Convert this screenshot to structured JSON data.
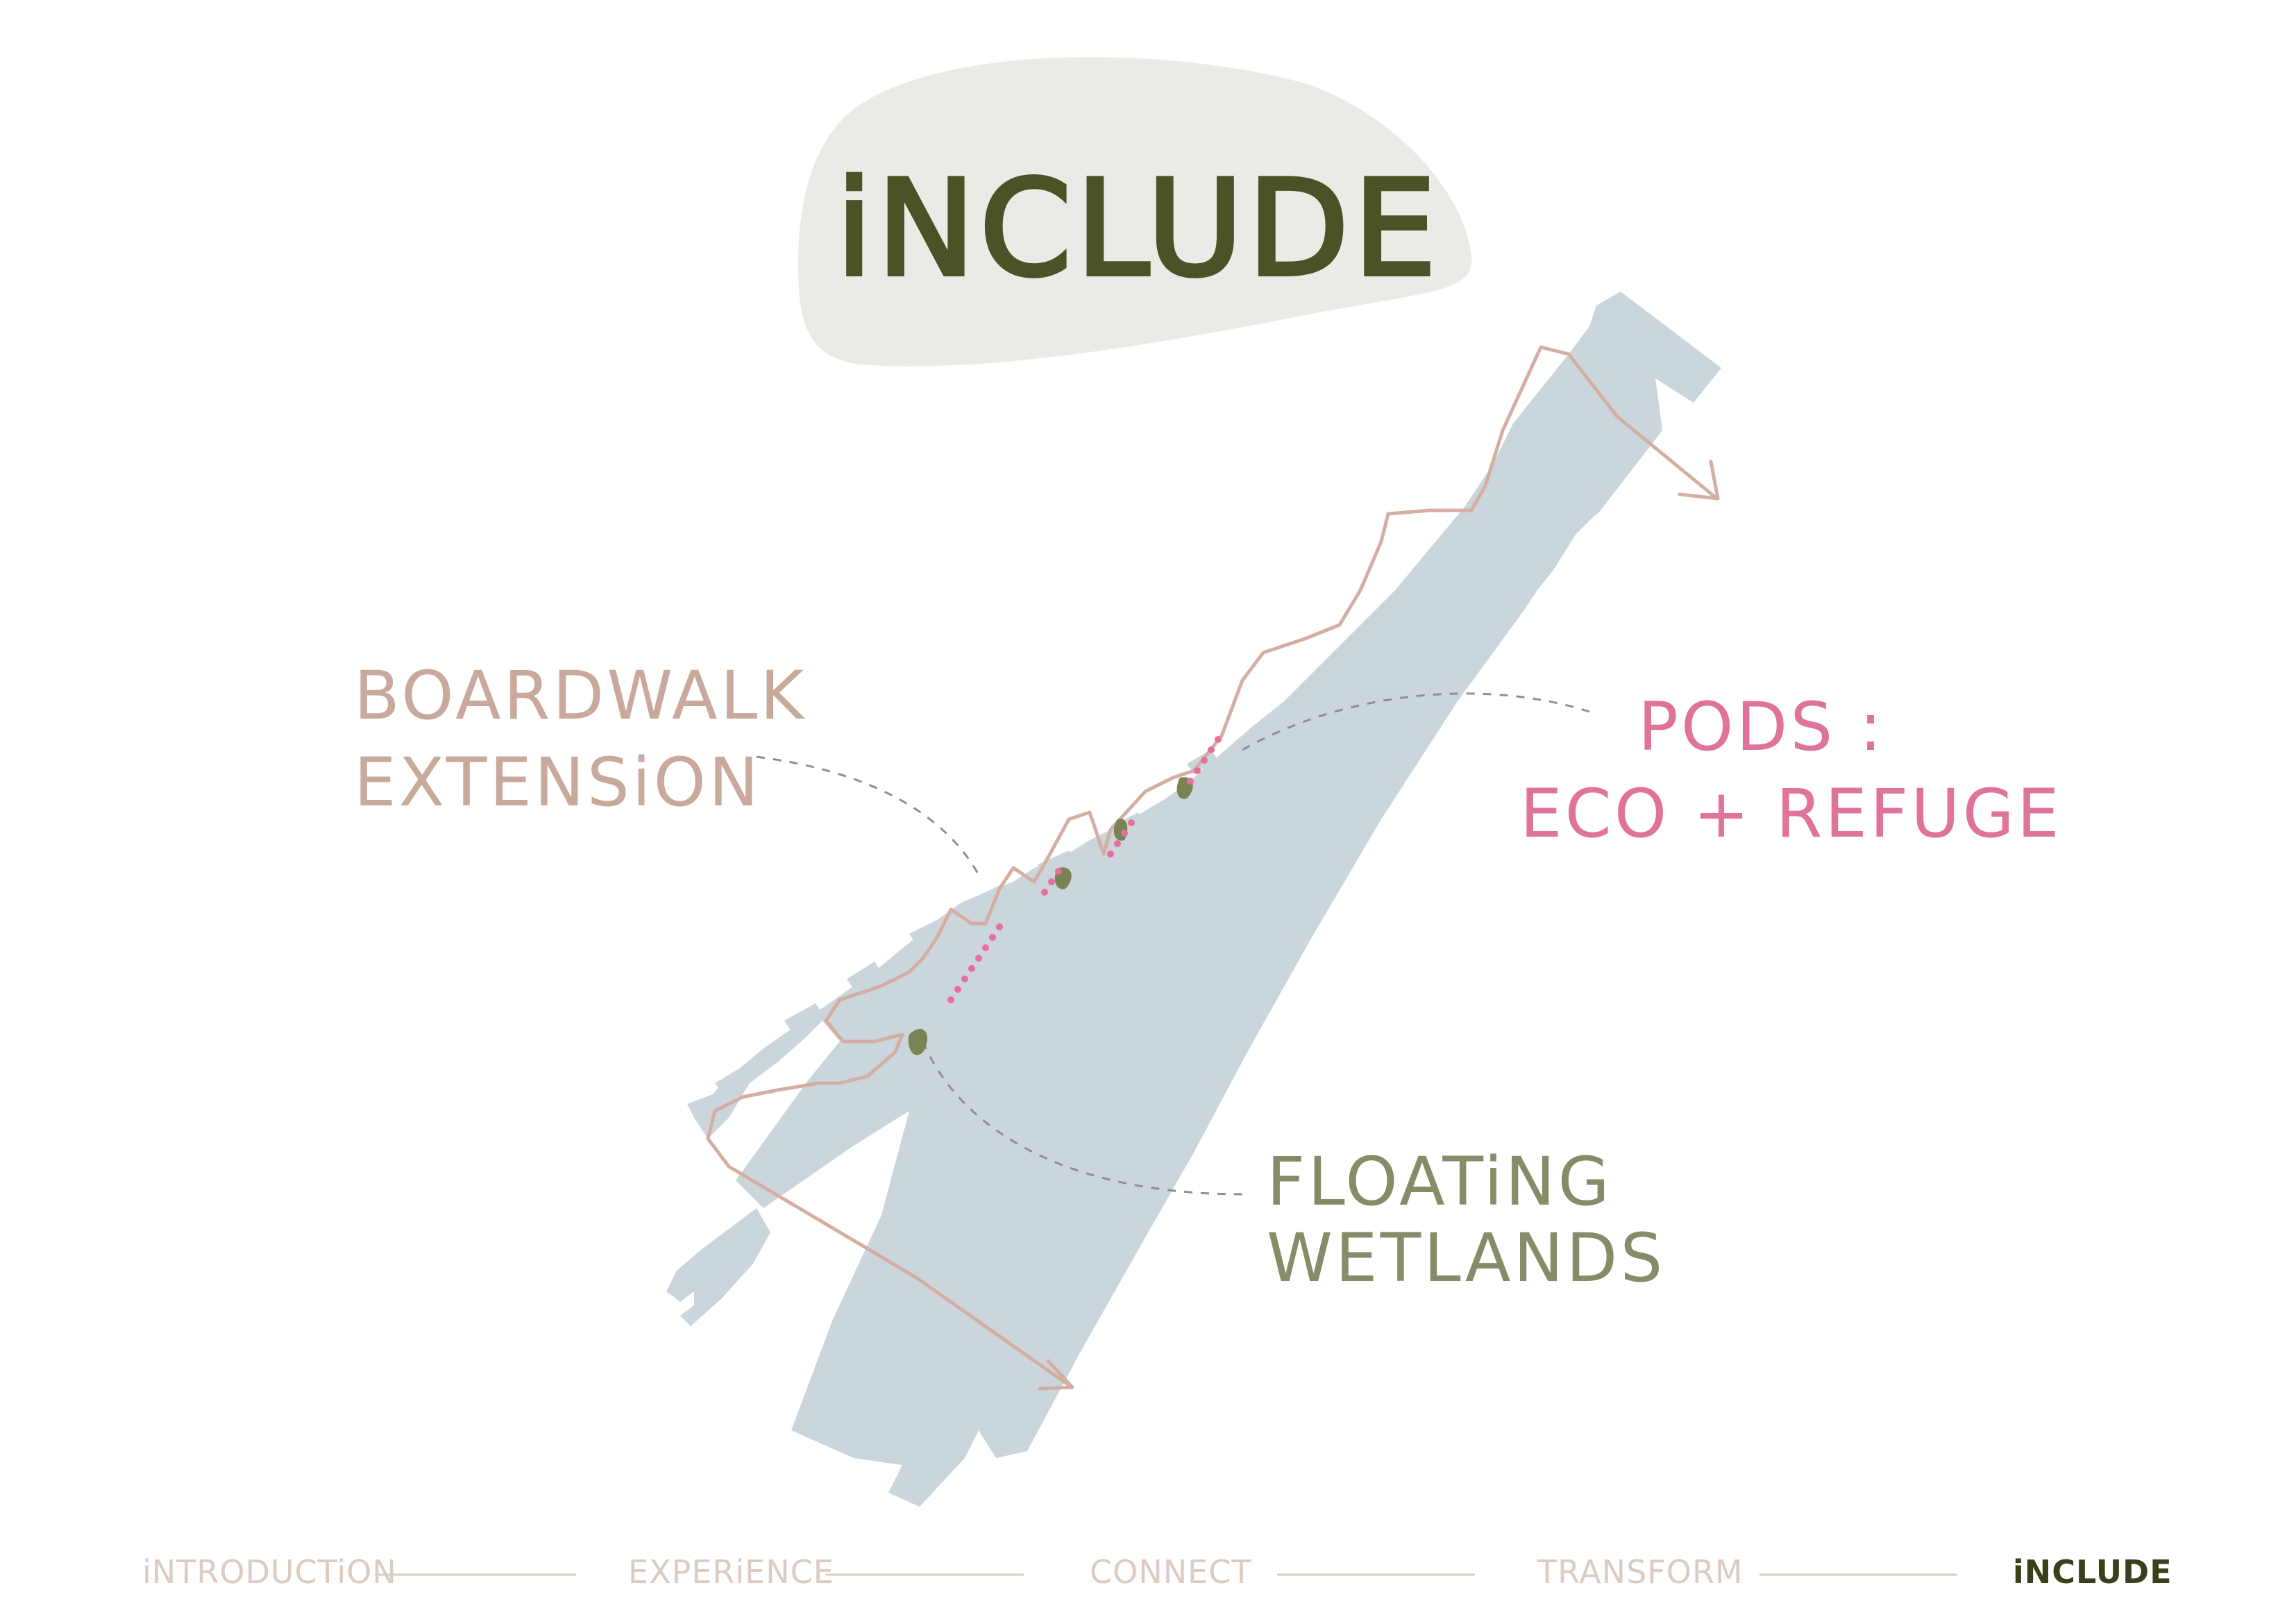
{
  "title": "iNCLUDE",
  "colors": {
    "title": "#4b5225",
    "title_blob": "#eaebe6",
    "water": "#cbd5dc",
    "route": "#d4aea2",
    "boardwalk_label": "#c8a99c",
    "pods_label": "#e0739b",
    "pods_dots": "#e76f9c",
    "wetlands_label": "#878b68",
    "wetlands_marks": "#7a8356",
    "leader": "#8f8f8f",
    "nav_inactive": "#dccbc0",
    "nav_active": "#3c3f1c"
  },
  "labels": {
    "boardwalk": [
      "BOARDWALK",
      "EXTENSiON"
    ],
    "pods": [
      "PODS :",
      "ECO + REFUGE"
    ],
    "wetlands": [
      "FLOATiNG",
      "WETLANDS"
    ]
  },
  "nav": {
    "items": [
      {
        "label": "iNTRODUCTiON",
        "active": false
      },
      {
        "label": "EXPERiENCE",
        "active": false
      },
      {
        "label": "CONNECT",
        "active": false
      },
      {
        "label": "TRANSFORM",
        "active": false
      },
      {
        "label": "iNCLUDE",
        "active": true
      }
    ]
  }
}
